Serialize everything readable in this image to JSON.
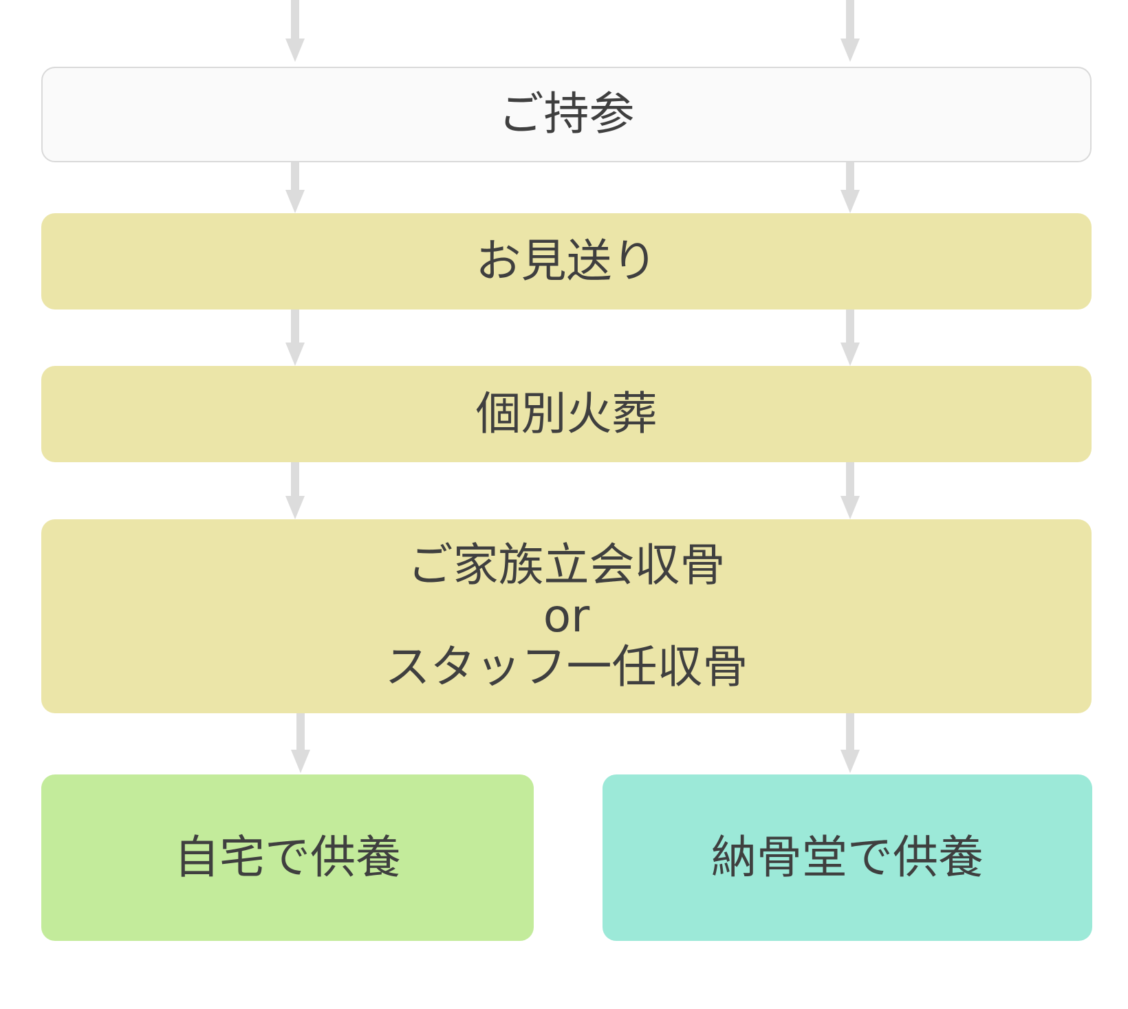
{
  "colors": {
    "step": "#ebe5a8",
    "home": "#c3eb9b",
    "columbarium": "#9ce9d8",
    "arrow": "#dcdcdc",
    "start_border": "#d9d9d9",
    "text": "#3f3f3f"
  },
  "flow": {
    "start": "ご持参",
    "step1": "お見送り",
    "step2": "個別火葬",
    "step3": {
      "line1": "ご家族立会収骨",
      "line2": "or",
      "line3": "スタッフ一任収骨"
    },
    "end_left": "自宅で供養",
    "end_right": "納骨堂で供養"
  }
}
